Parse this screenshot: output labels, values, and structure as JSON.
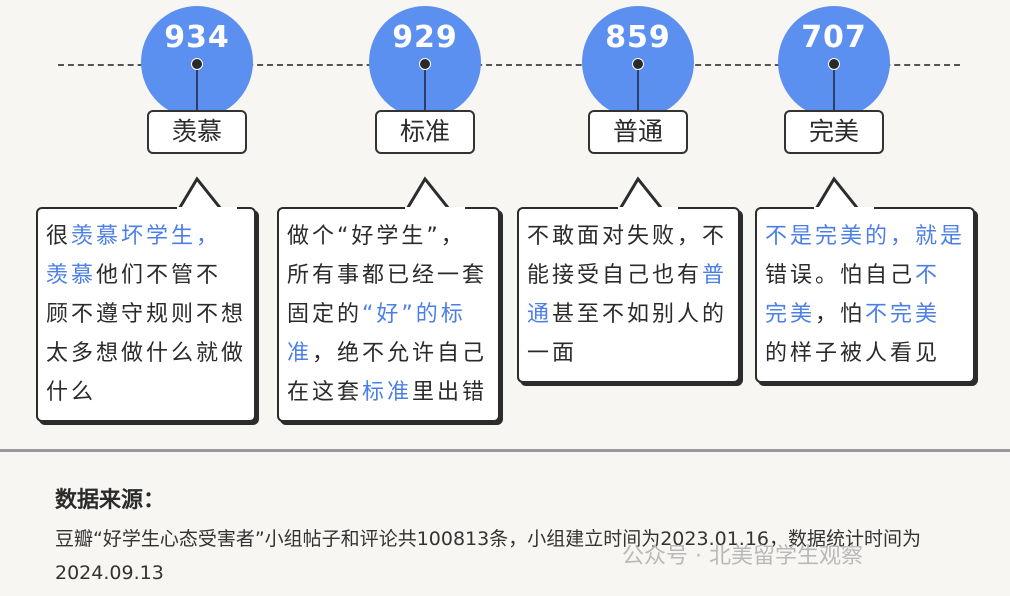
{
  "items": [
    {
      "value": "934",
      "label": "羡慕",
      "segments": [
        {
          "t": "很",
          "hl": false
        },
        {
          "t": "羡慕坏学生，羡慕",
          "hl": true
        },
        {
          "t": "他们不管不顾不遵守规则不想太多想做什么就做什么",
          "hl": false
        }
      ]
    },
    {
      "value": "929",
      "label": "标准",
      "segments": [
        {
          "t": "做个“好学生”，所有事都已经一套固定的",
          "hl": false
        },
        {
          "t": "“好”的标准",
          "hl": true
        },
        {
          "t": "，绝不允许自己在这套",
          "hl": false
        },
        {
          "t": "标准",
          "hl": true
        },
        {
          "t": "里出错",
          "hl": false
        }
      ]
    },
    {
      "value": "859",
      "label": "普通",
      "segments": [
        {
          "t": "不敢面对失败，不能接受自己也有",
          "hl": false
        },
        {
          "t": "普通",
          "hl": true
        },
        {
          "t": "甚至不如别人的一面",
          "hl": false
        }
      ]
    },
    {
      "value": "707",
      "label": "完美",
      "segments": [
        {
          "t": "不是完美的，就是",
          "hl": true
        },
        {
          "t": "错误。怕自己",
          "hl": false
        },
        {
          "t": "不完美",
          "hl": true
        },
        {
          "t": "，怕",
          "hl": false
        },
        {
          "t": "不完美",
          "hl": true
        },
        {
          "t": "的样子被人看见",
          "hl": false
        }
      ]
    }
  ],
  "source": {
    "title": "数据来源：",
    "text": "豆瓣“好学生心态受害者”小组帖子和评论共100813条，小组建立时间为2023.01.16，数据统计时间为2024.09.13"
  },
  "watermark": "公众号 · 北美留学生观察",
  "colors": {
    "accent": "#5b8ff0",
    "highlight": "#4c7fe6"
  }
}
